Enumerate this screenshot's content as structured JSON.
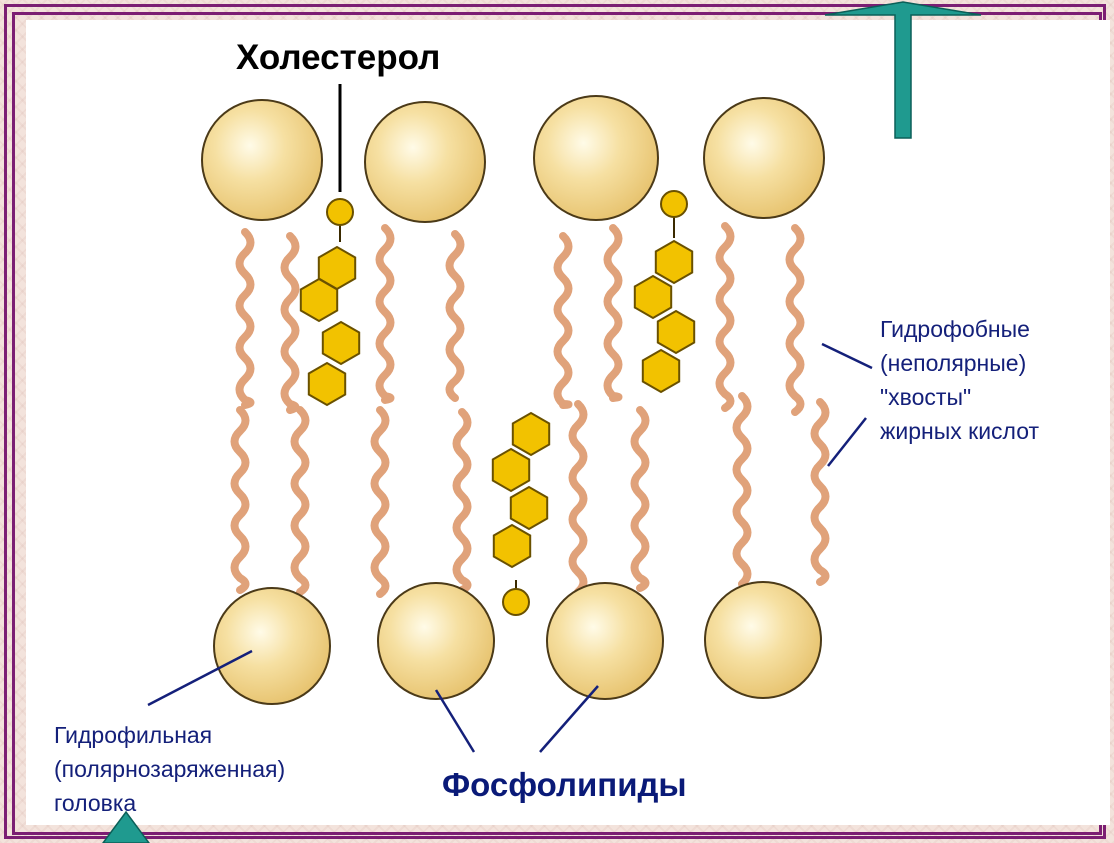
{
  "labels": {
    "cholesterol": "Холестерол",
    "phospholipids": "Фосфолипиды",
    "hydrophobic": [
      "Гидрофобные",
      "(неполярные)",
      "\"хвосты\"",
      "жирных кислот"
    ],
    "hydrophilic": [
      "Гидрофильная",
      "(полярнозаряженная)",
      "головка"
    ]
  },
  "colors": {
    "frame": "#7b1e73",
    "head_fill": "#f2d58e",
    "tail": "#e0a27a",
    "cholesterol_ring": "#f2c200",
    "arrow": "#1f9a8f",
    "label_navy": "#14207a"
  },
  "icons": [
    "up-arrow-icon",
    "down-arrow-icon"
  ]
}
